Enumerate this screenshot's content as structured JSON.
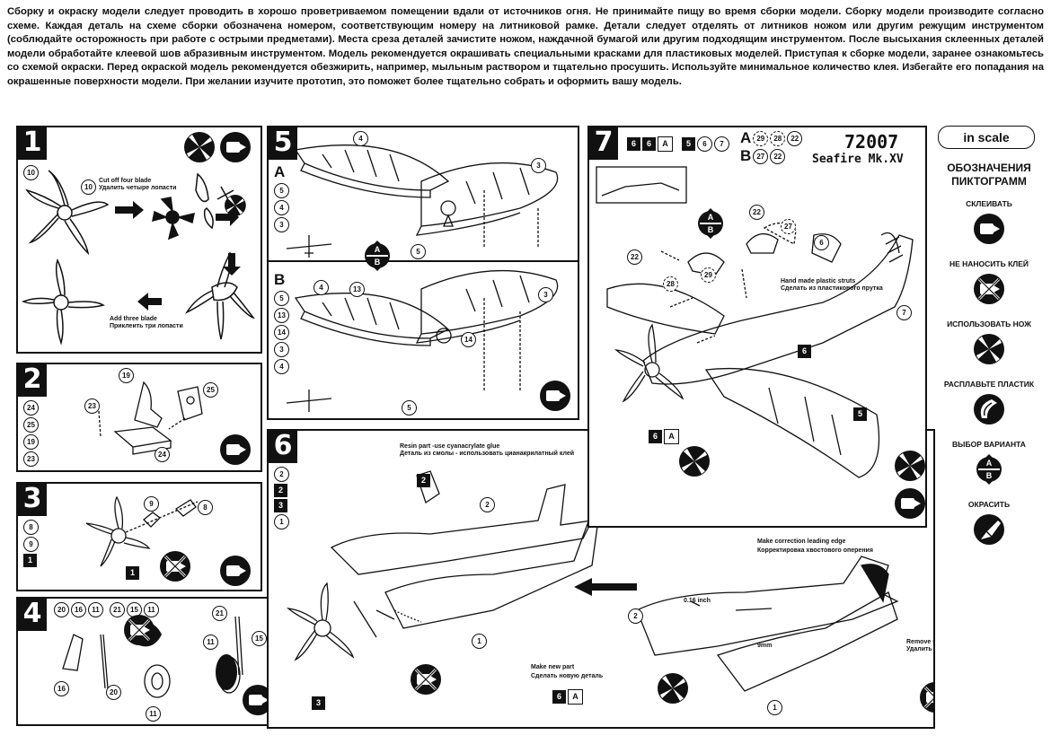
{
  "intro": "Сборку и окраску модели следует проводить в хорошо проветриваемом помещении вдали от источников огня. Не принимайте пищу во время сборки модели. Сборку модели производите согласно схеме. Каждая деталь на схеме сборки обозначена номером, соответствующим номеру на литниковой рамке. Детали следует отделять от литников ножом или другим режущим инструментом (соблюдайте осторожность при работе с острыми предметами). Места среза деталей зачистите ножом, наждачной бумагой или другим подходящим инструментом. После высыхания склеенных деталей модели обработайте клеевой шов абразивным инструментом. Модель рекомендуется окрашивать специальными красками для пластиковых моделей. Приступая к сборке модели, заранее ознакомьтесь со схемой окраски. Перед окраской модель рекомендуется обезжирить, например, мыльным раствором и тщательно просушить. Используйте минимальное количество клея. Избегайте его попадания на окрашенные поверхности модели. При желании изучите прототип, это поможет более тщательно собрать и оформить вашу модель.",
  "steps": {
    "s1": {
      "num": "1",
      "parts": [
        "10"
      ],
      "note_num": "10",
      "note_en": "Cut off four blade",
      "note_ru": "Удалить четыре лопасти",
      "add_en": "Add three blade",
      "add_ru": "Приклеить три лопасти"
    },
    "s2": {
      "num": "2",
      "parts": [
        "24",
        "25",
        "19",
        "23"
      ],
      "callouts": [
        "19",
        "23",
        "25",
        "24"
      ]
    },
    "s3": {
      "num": "3",
      "parts": [
        "8",
        "9"
      ],
      "part_black": "1",
      "callouts": [
        "9",
        "8"
      ],
      "sub": "1"
    },
    "s4": {
      "num": "4",
      "groupA": [
        "20",
        "16",
        "11"
      ],
      "groupB": [
        "21",
        "15",
        "11"
      ],
      "callouts": [
        "16",
        "20",
        "11",
        "21",
        "11",
        "15"
      ]
    },
    "s5": {
      "num": "5",
      "varA": "A",
      "varB": "B",
      "partsA": [
        "5",
        "4",
        "3"
      ],
      "partsB": [
        "5",
        "13",
        "14",
        "3",
        "4"
      ],
      "callouts": [
        "4",
        "3",
        "5",
        "4",
        "13",
        "3",
        "14",
        "5"
      ]
    },
    "s6": {
      "num": "6",
      "parts_outline": [
        "2"
      ],
      "parts_black": [
        "2",
        "3"
      ],
      "parts_end": [
        "1"
      ],
      "resin_en": "Resin part -use cyanacrylate glue",
      "resin_ru": "Деталь из смолы - использовать цианакрилатный клей",
      "make_en": "Make new part",
      "make_ru": "Сделать новую деталь",
      "sub": "3",
      "sub2": "6",
      "sub2b": "A",
      "callouts": [
        "2",
        "1",
        "2",
        "2",
        "1"
      ],
      "correction_en": "Make correction leading edge",
      "correction_ru": "Корректировка хвостового оперения",
      "dim1": "0.16 inch",
      "dim2": "9mm",
      "remove_en": "Remove shaded area",
      "remove_ru": "Удалить затемненные участки"
    },
    "s7": {
      "num": "7",
      "header": [
        "6",
        "6",
        "A",
        "5",
        "6",
        "7"
      ],
      "optA": "A",
      "optA_parts": [
        "29",
        "28",
        "22"
      ],
      "optB": "B",
      "optB_parts": [
        "27",
        "22"
      ],
      "callouts": [
        "22",
        "27",
        "6",
        "22",
        "29",
        "28",
        "7"
      ],
      "struts_en": "Hand made plastic struts",
      "struts_ru": "Сделать из пластикового прутка",
      "sub6": "6",
      "sub5": "5",
      "sub6a": "6",
      "sub6a_b": "A"
    }
  },
  "model": {
    "code": "72007",
    "name": "Seafire Mk.XV",
    "brand": "in scale"
  },
  "legend": {
    "title": "ОБОЗНАЧЕНИЯ ПИКТОГРАММ",
    "items": [
      "СКЛЕИВАТЬ",
      "НЕ НАНОСИТЬ КЛЕЙ",
      "ИСПОЛЬЗОВАТЬ НОЖ",
      "РАСПЛАВЬТЕ ПЛАСТИК",
      "ВЫБОР ВАРИАНТА",
      "ОКРАСИТЬ"
    ]
  },
  "icons": [
    "glue-icon",
    "no-glue-icon",
    "knife-icon",
    "melt-icon",
    "option-icon",
    "paint-icon"
  ]
}
